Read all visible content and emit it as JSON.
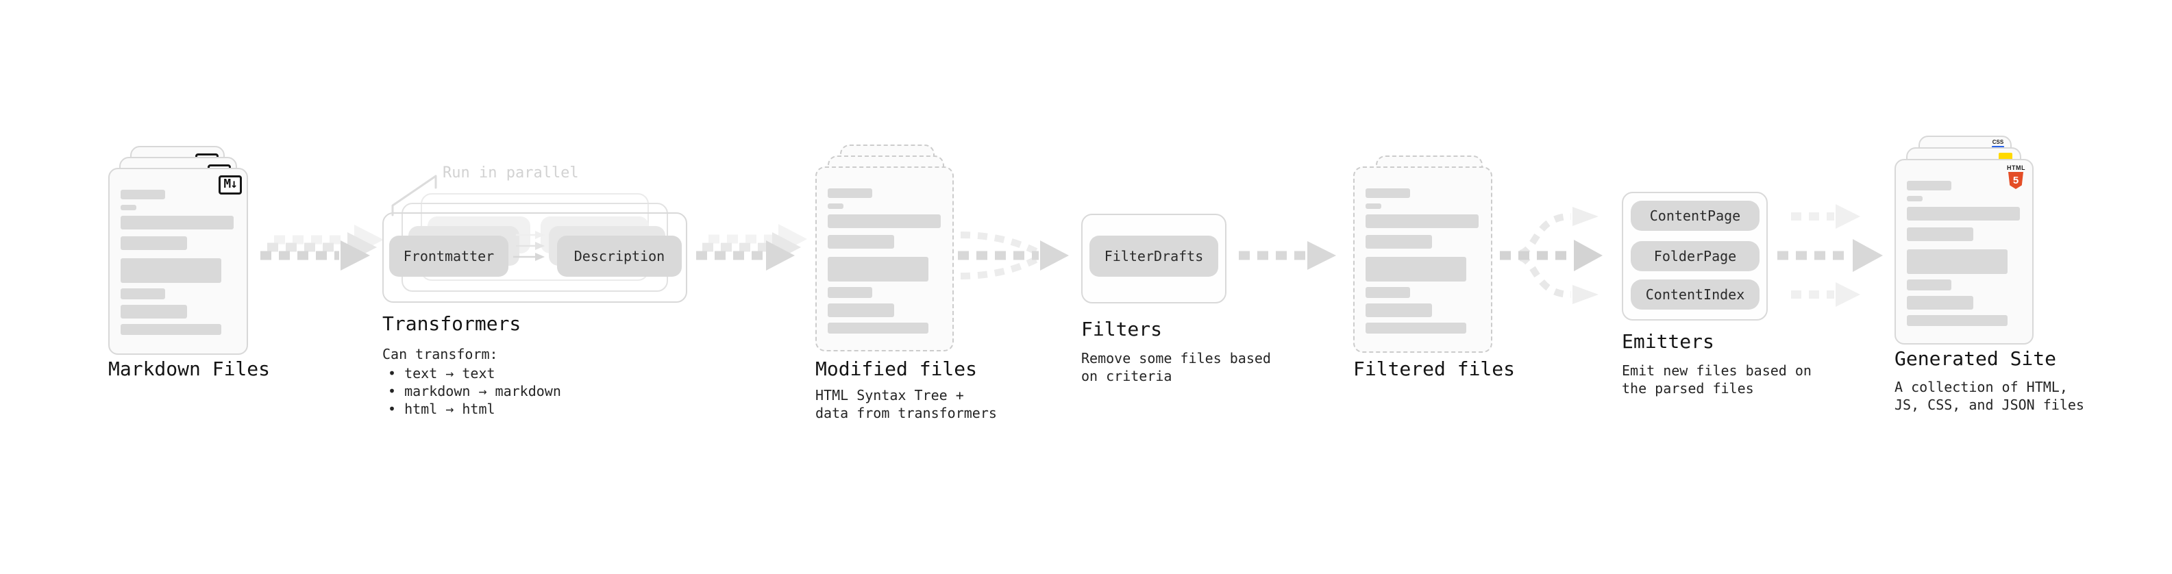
{
  "stages": {
    "markdown": {
      "label": "Markdown Files",
      "badge": "M↓"
    },
    "transformers": {
      "label": "Transformers",
      "annotation": "Run in parallel",
      "pill_left": "Frontmatter",
      "pill_right": "Description",
      "desc_title": "Can transform:",
      "bullets": [
        "• text → text",
        "• markdown → markdown",
        "• html → html"
      ]
    },
    "modified": {
      "label": "Modified files",
      "desc_line1": "HTML Syntax Tree +",
      "desc_line2": "data from transformers"
    },
    "filters": {
      "label": "Filters",
      "pill": "FilterDrafts",
      "desc_line1": "Remove some files based",
      "desc_line2": "on criteria"
    },
    "filtered": {
      "label": "Filtered files"
    },
    "emitters": {
      "label": "Emitters",
      "pills": [
        "ContentPage",
        "FolderPage",
        "ContentIndex"
      ],
      "desc_line1": "Emit new files based on",
      "desc_line2": "the parsed files"
    },
    "generated": {
      "label": "Generated Site",
      "badge_css": "CSS",
      "badge_html_label": "HTML",
      "badge_html_number": "5",
      "desc_line1": "A collection of HTML,",
      "desc_line2": "JS, CSS, and JSON files"
    }
  },
  "colors": {
    "html5_orange": "#e44d26",
    "js_yellow": "#ffd900",
    "css_blue": "#2862e9",
    "arrow_gray": "#d6d6d6",
    "pill_gray": "#d9d9d9"
  }
}
